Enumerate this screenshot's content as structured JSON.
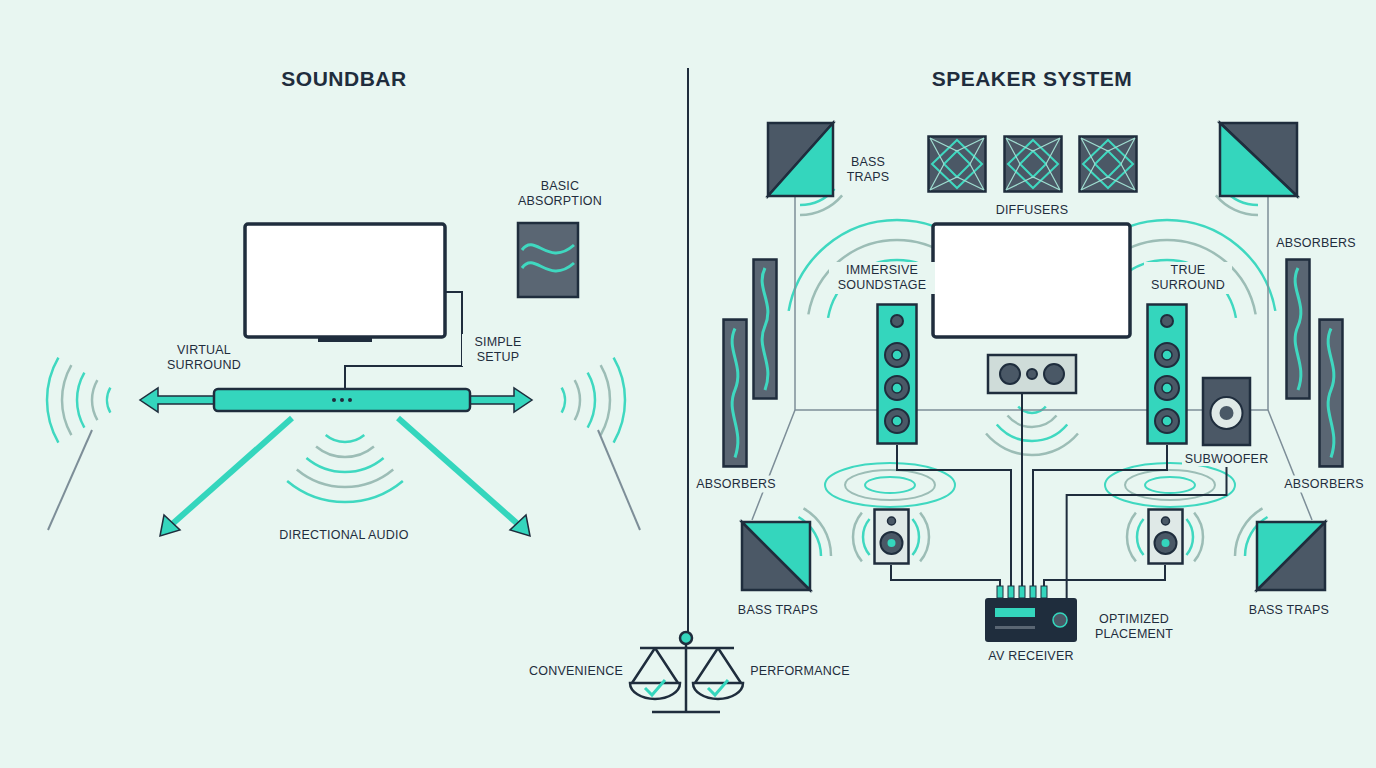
{
  "diagram": {
    "nodes": [
      {
        "text": [
          "SUBWOOFER"
        ]
      },
      {
        "text": [
          "AV RECEIVER"
        ]
      }
    ],
    "edges": [
      {
        "from": 1,
        "to": 0,
        "arrow": "none"
      }
    ],
    "labels": [
      "SOUNDBAR",
      "BASIC ABSORPTION",
      "VIRTUAL SURROUND",
      "SIMPLE SETUP",
      "DIRECTIONAL AUDIO",
      "SPEAKER SYSTEM",
      "BASS TRAPS",
      "DIFFUSERS",
      "ABSORBERS",
      "IMMERSIVE SOUNDSTAGE",
      "TRUE SURROUND",
      "ABSORBERS",
      "ABSORBERS",
      "BASS TRAPS",
      "BASS TRAPS",
      "OPTIMIZED PLACEMENT",
      "CONVENIENCE",
      "PERFORMANCE"
    ]
  }
}
